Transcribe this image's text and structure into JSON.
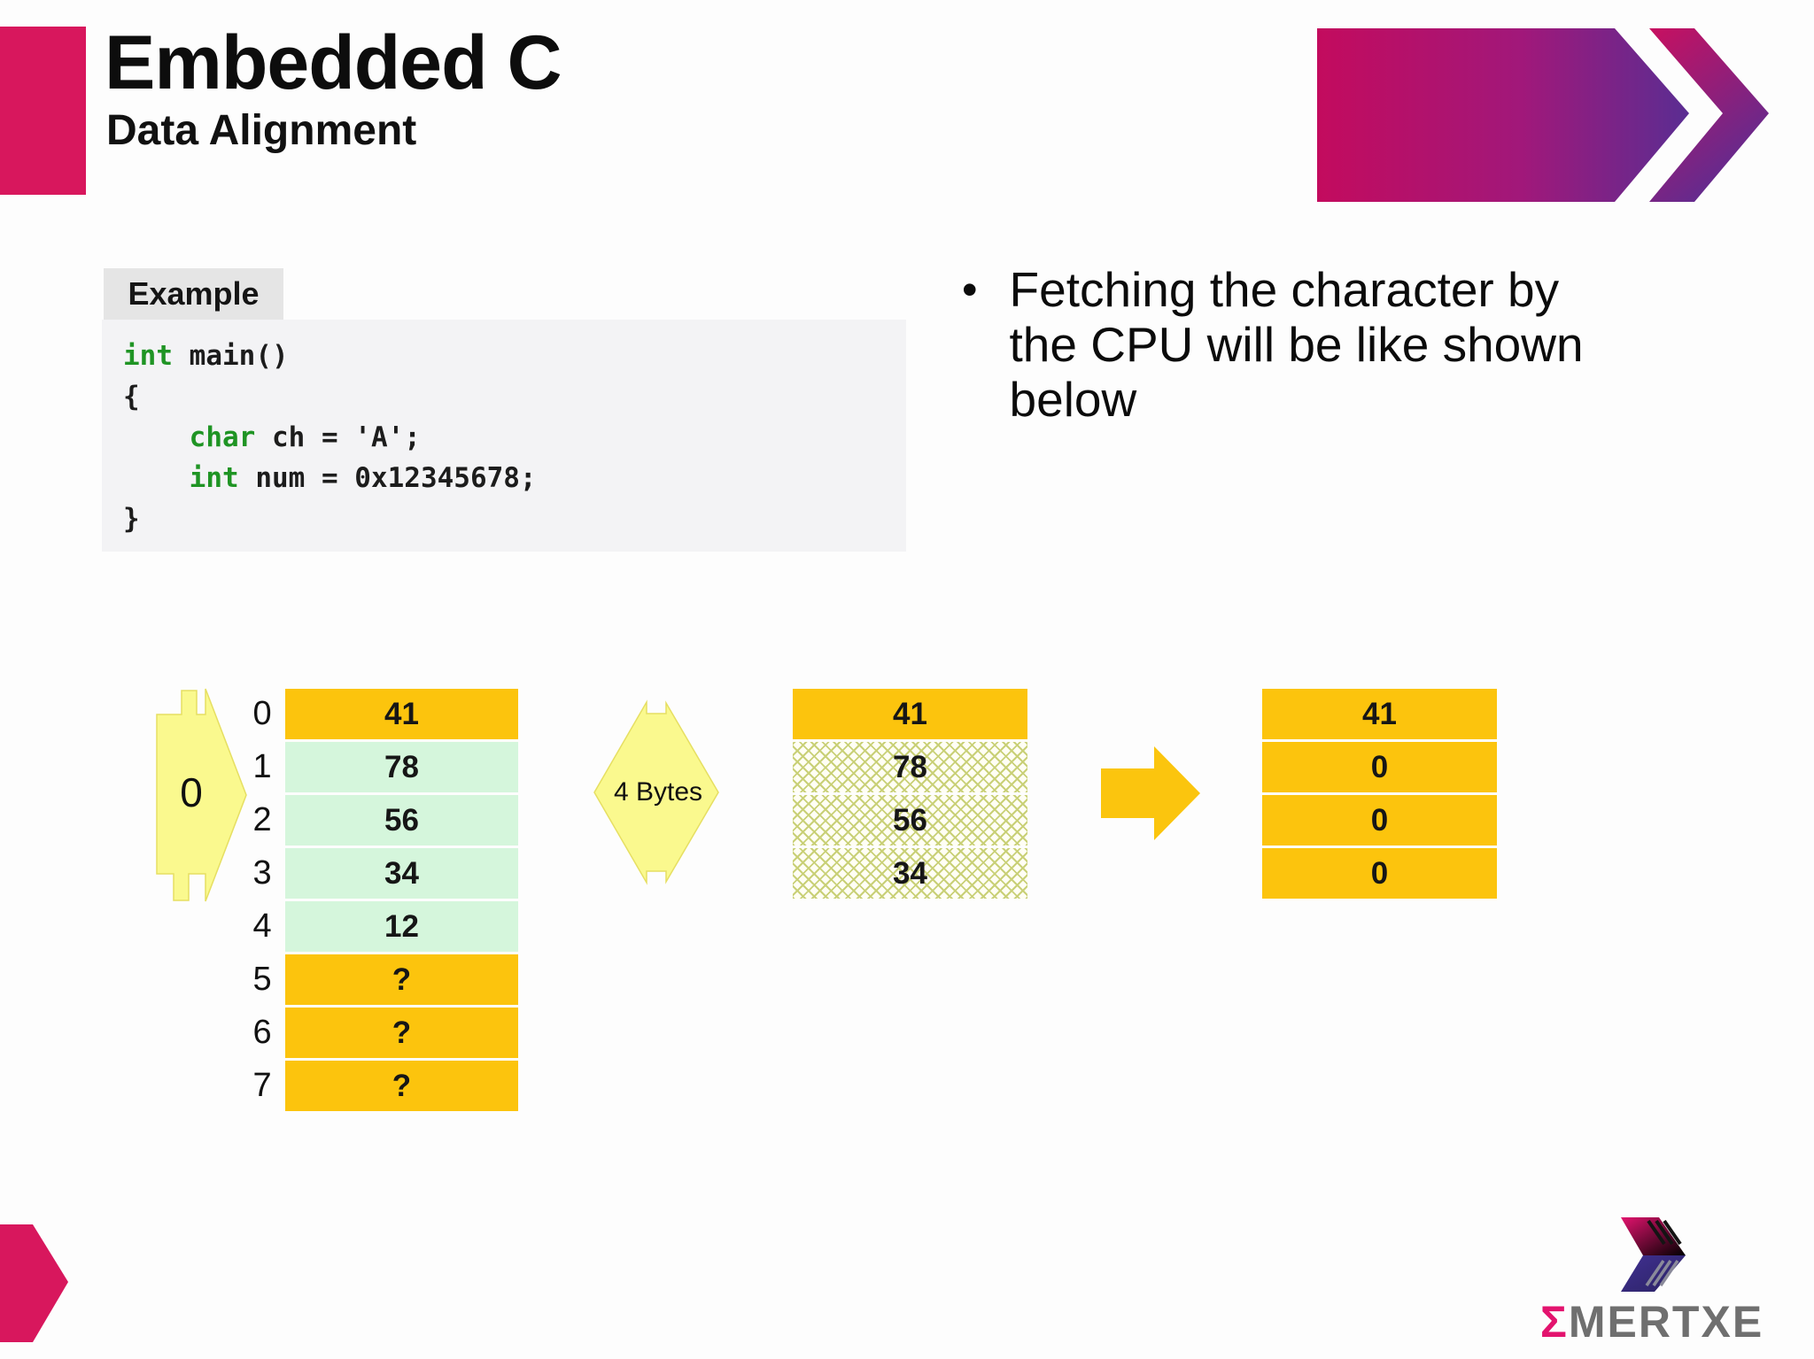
{
  "slide": {
    "title": "Embedded C",
    "subtitle": "Data Alignment"
  },
  "example": {
    "label": "Example",
    "code_lines": [
      {
        "pre": "",
        "kw": "int",
        "rest": " main()"
      },
      {
        "pre": "",
        "kw": "",
        "rest": "{"
      },
      {
        "pre": "    ",
        "kw": "char",
        "rest": " ch = 'A';"
      },
      {
        "pre": "    ",
        "kw": "int",
        "rest": " num = 0x12345678;"
      },
      {
        "pre": "",
        "kw": "",
        "rest": "}"
      }
    ]
  },
  "bullet": {
    "marker": "•",
    "lines": [
      "Fetching the character by",
      "the CPU will be like shown",
      "below"
    ]
  },
  "diagram": {
    "start_label": "0",
    "bytes_label": "4 Bytes",
    "memory_rows": [
      {
        "addr": "0",
        "value": "41",
        "style": "gold"
      },
      {
        "addr": "1",
        "value": "78",
        "style": "green"
      },
      {
        "addr": "2",
        "value": "56",
        "style": "green"
      },
      {
        "addr": "3",
        "value": "34",
        "style": "green"
      },
      {
        "addr": "4",
        "value": "12",
        "style": "green"
      },
      {
        "addr": "5",
        "value": "?",
        "style": "gold"
      },
      {
        "addr": "6",
        "value": "?",
        "style": "gold"
      },
      {
        "addr": "7",
        "value": "?",
        "style": "gold"
      }
    ],
    "fetched_rows": [
      {
        "value": "41",
        "style": "gold"
      },
      {
        "value": "78",
        "style": "hatch"
      },
      {
        "value": "56",
        "style": "hatch"
      },
      {
        "value": "34",
        "style": "hatch"
      }
    ],
    "result_rows": [
      {
        "value": "41",
        "style": "gold"
      },
      {
        "value": "0",
        "style": "gold"
      },
      {
        "value": "0",
        "style": "gold"
      },
      {
        "value": "0",
        "style": "gold"
      }
    ]
  },
  "logo": {
    "sigma": "Σ",
    "wordmark": "MERTXE"
  },
  "colors": {
    "accent_pink": "#d8175d",
    "gradient_purple": "#5a2d92",
    "gold": "#fcc40d",
    "light_yellow": "#faf98e",
    "mint_green": "#d5f6dc",
    "keyword_green": "#1f9424",
    "logo_gray": "#6f6f6f"
  }
}
